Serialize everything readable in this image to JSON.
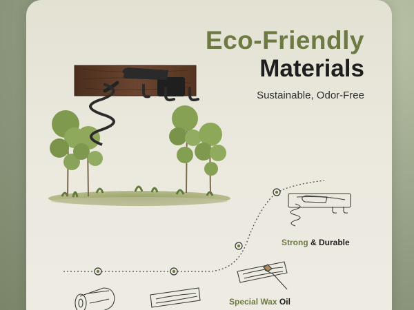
{
  "heading": {
    "line1": "Eco-Friendly",
    "line2": "Materials",
    "subtitle": "Sustainable, Odor-Free"
  },
  "captions": {
    "strong_accent": "Strong",
    "strong_rest": " & Durable",
    "wax_accent": "Special Wax",
    "wax_rest": " Oil"
  },
  "colors": {
    "accent_green": "#6d7a43",
    "text_dark": "#1e1e1e",
    "walnut": "#5a3a26"
  },
  "icons": [
    "tool-rack-hero",
    "tree-icon",
    "rack-outline-icon",
    "board-brush-icon",
    "log-icon",
    "plank-icon"
  ]
}
